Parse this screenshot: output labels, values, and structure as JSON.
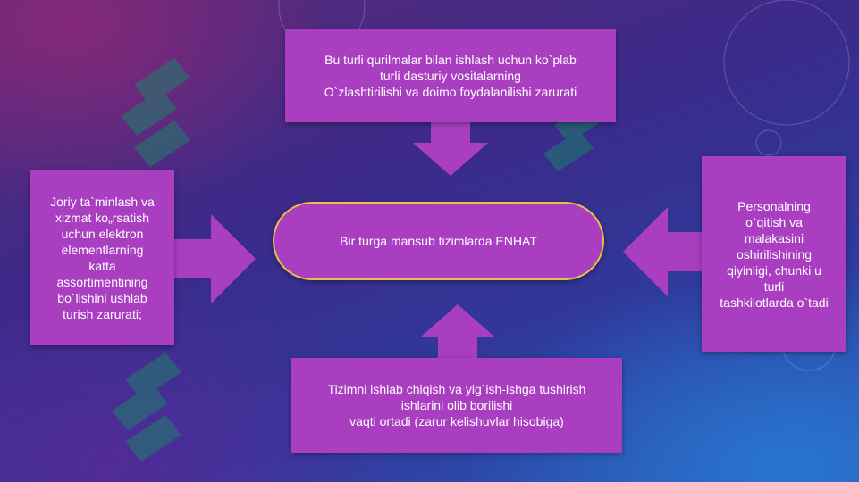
{
  "diagram": {
    "center": "Bir turga mansub tizimlarda ENHAT",
    "top": "Bu turli qurilmalar bilan ishlash uchun ko`plab\nturli dasturiy vositalarning\nO`zlashtirilishi va doimo foydalanilishi zarurati",
    "left": "Joriy ta`minlash va\nxizmat ko„rsatish\nuchun elektron\nelementlarning\nkatta\nassortimentining\nbo`lishini ushlab\nturish zarurati;",
    "right": "Personalning\no`qitish va\nmalakasini\noshirilishining\nqiyinligi, chunki u\nturli\ntashkilotlarda o`tadi",
    "bottom": "Tizimni  ishlab  chiqish  va  yig`ish-ishga  tushirish\nishlarini  olib  borilishi\nvaqti ortadi (zarur kelishuvlar hisobiga)"
  },
  "colors": {
    "box": "#a93fc0",
    "arrow": "#a93fc0",
    "center_border": "#e8c04a",
    "watermark": "#1f7f6a"
  },
  "icons": [
    "dollar-watermark-icon",
    "circle-ornament-icon"
  ]
}
